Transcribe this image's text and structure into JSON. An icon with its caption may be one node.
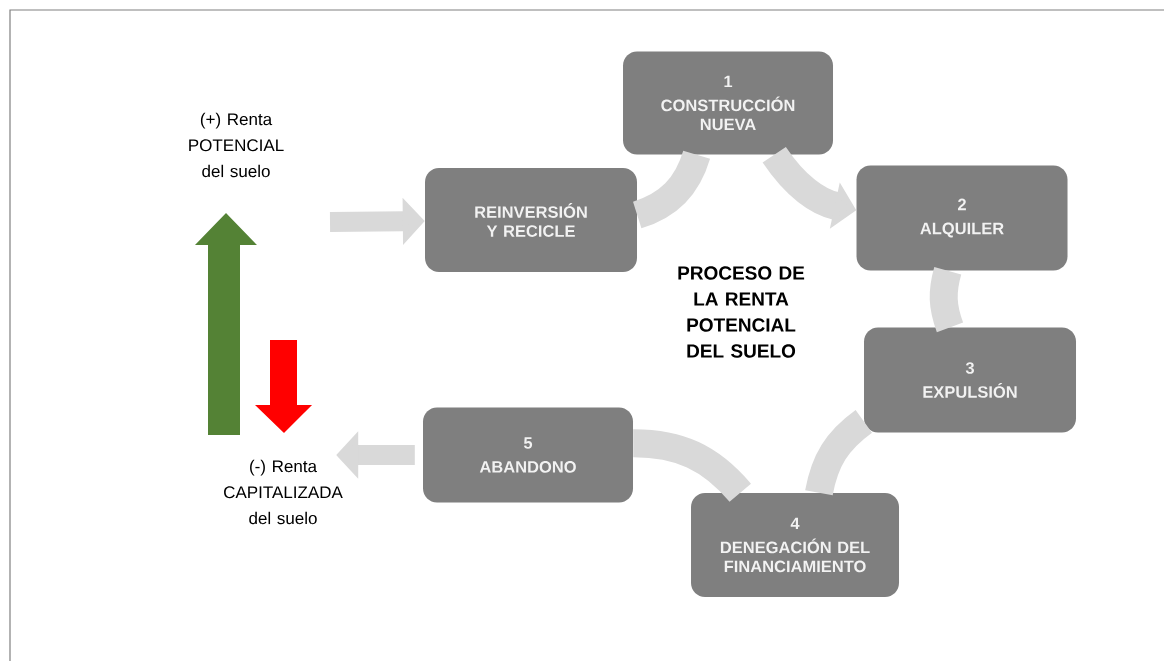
{
  "diagram": {
    "title": "PROCESO DE LA RENTA POTENCIAL DEL SUELO",
    "nodes": [
      {
        "text": [
          "(+) Renta POTENCIAL del suelo"
        ]
      },
      {
        "text": [
          "REINVERSIÓN Y RECICLE"
        ]
      },
      {
        "text": [
          "1",
          "CONSTRUCCIÓN NUEVA"
        ]
      },
      {
        "text": [
          "2",
          "ALQUILER"
        ]
      },
      {
        "text": [
          "3",
          "EXPULSIÓN"
        ]
      },
      {
        "text": [
          "4",
          "DENEGACIÓN DEL FINANCIAMIENTO"
        ]
      },
      {
        "text": [
          "5",
          "ABANDONO"
        ]
      },
      {
        "text": [
          "(-) Renta CAPITALIZADA del suelo"
        ]
      }
    ],
    "edges": [
      {
        "from": null,
        "to": 1,
        "arrow": "to"
      },
      {
        "from": 1,
        "to": 2,
        "arrow": "none"
      },
      {
        "from": 2,
        "to": 3,
        "arrow": "to"
      },
      {
        "from": 3,
        "to": 4,
        "arrow": "none"
      },
      {
        "from": 4,
        "to": 5,
        "arrow": "none"
      },
      {
        "from": 5,
        "to": 6,
        "arrow": "none"
      },
      {
        "from": 6,
        "to": 7,
        "arrow": "to"
      }
    ]
  }
}
